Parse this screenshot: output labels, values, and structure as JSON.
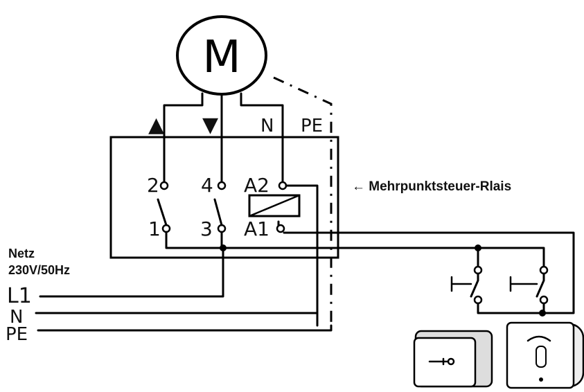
{
  "motor": {
    "label": "M"
  },
  "motor_terminals": {
    "up": "▲",
    "down": "▼",
    "neutral": "N",
    "earth": "PE"
  },
  "relay": {
    "name": "← Mehrpunktsteuer-Rlais",
    "contacts": {
      "t2": "2",
      "t4": "4",
      "t1": "1",
      "t3": "3",
      "a2": "A2",
      "a1": "A1"
    }
  },
  "supply": {
    "title": "Netz",
    "rating": "230V/50Hz",
    "lines": [
      "L1",
      "N",
      "PE"
    ]
  }
}
